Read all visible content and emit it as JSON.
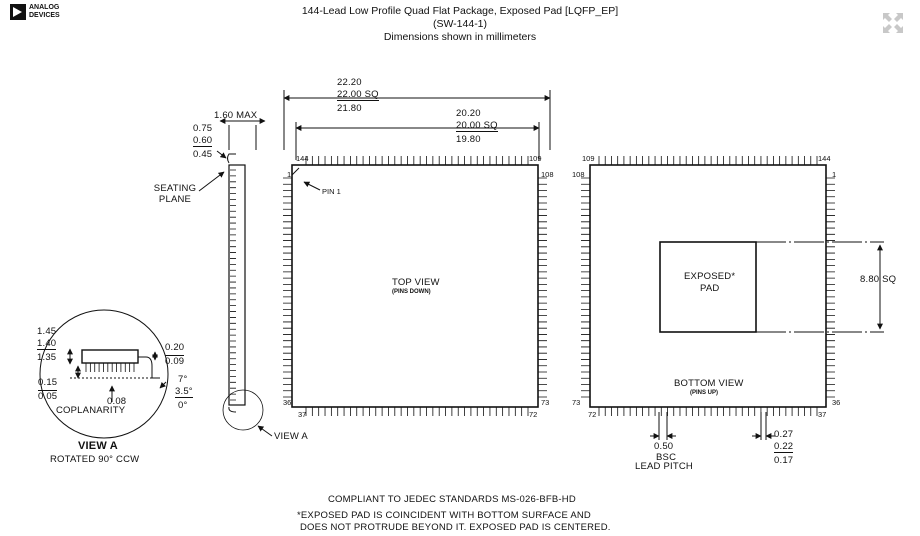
{
  "logo": {
    "line1": "ANALOG",
    "line2": "DEVICES"
  },
  "header": {
    "title": "144-Lead Low Profile Quad Flat Package, Exposed Pad [LQFP_EP]",
    "code": "(SW-144-1)",
    "units": "Dimensions shown in millimeters"
  },
  "dims": {
    "outer_max": "22.20",
    "outer_nom": "22.00 SQ",
    "outer_min": "21.80",
    "body_max": "20.20",
    "body_nom": "20.00 SQ",
    "body_min": "19.80",
    "height_max": "1.60 MAX",
    "lead_max": "0.75",
    "lead_nom": "0.60",
    "lead_min": "0.45",
    "seating_plane": "SEATING PLANE",
    "pad_size": "8.80 SQ",
    "pitch_val": "0.50",
    "pitch_bsc": "BSC",
    "pitch_label": "LEAD PITCH",
    "width_max": "0.27",
    "width_nom": "0.22",
    "width_min": "0.17"
  },
  "top_view": {
    "title": "TOP VIEW",
    "subtitle": "(PINS DOWN)",
    "pin1": "PIN 1",
    "pins": {
      "tl": "144",
      "tr": "109",
      "l": "1",
      "r": "108",
      "bl": "36",
      "bb": "37",
      "br": "73",
      "rb": "72"
    }
  },
  "bottom_view": {
    "title": "BOTTOM VIEW",
    "subtitle": "(PINS UP)",
    "pad_label": "EXPOSED*",
    "pad_label2": "PAD",
    "pins": {
      "tl": "109",
      "tr": "144",
      "l": "108",
      "r": "1",
      "bl": "73",
      "bb": "72",
      "br": "36",
      "rb": "37"
    }
  },
  "view_a": {
    "title": "VIEW A",
    "subtitle": "ROTATED 90° CCW",
    "pointer": "VIEW A",
    "h_max": "1.45",
    "h_nom": "1.40",
    "h_min": "1.35",
    "s_max": "0.15",
    "s_min": "0.05",
    "c_max": "0.20",
    "c_min": "0.09",
    "a_max": "7°",
    "a_nom": "3.5°",
    "a_min": "0°",
    "coplanarity_label": "COPLANARITY",
    "coplanarity_val": "0.08"
  },
  "notes": {
    "line1": "COMPLIANT TO JEDEC STANDARDS MS-026-BFB-HD",
    "line2": "*EXPOSED PAD IS COINCIDENT WITH BOTTOM SURFACE AND",
    "line3": "DOES NOT PROTRUDE BEYOND IT. EXPOSED PAD IS CENTERED."
  }
}
